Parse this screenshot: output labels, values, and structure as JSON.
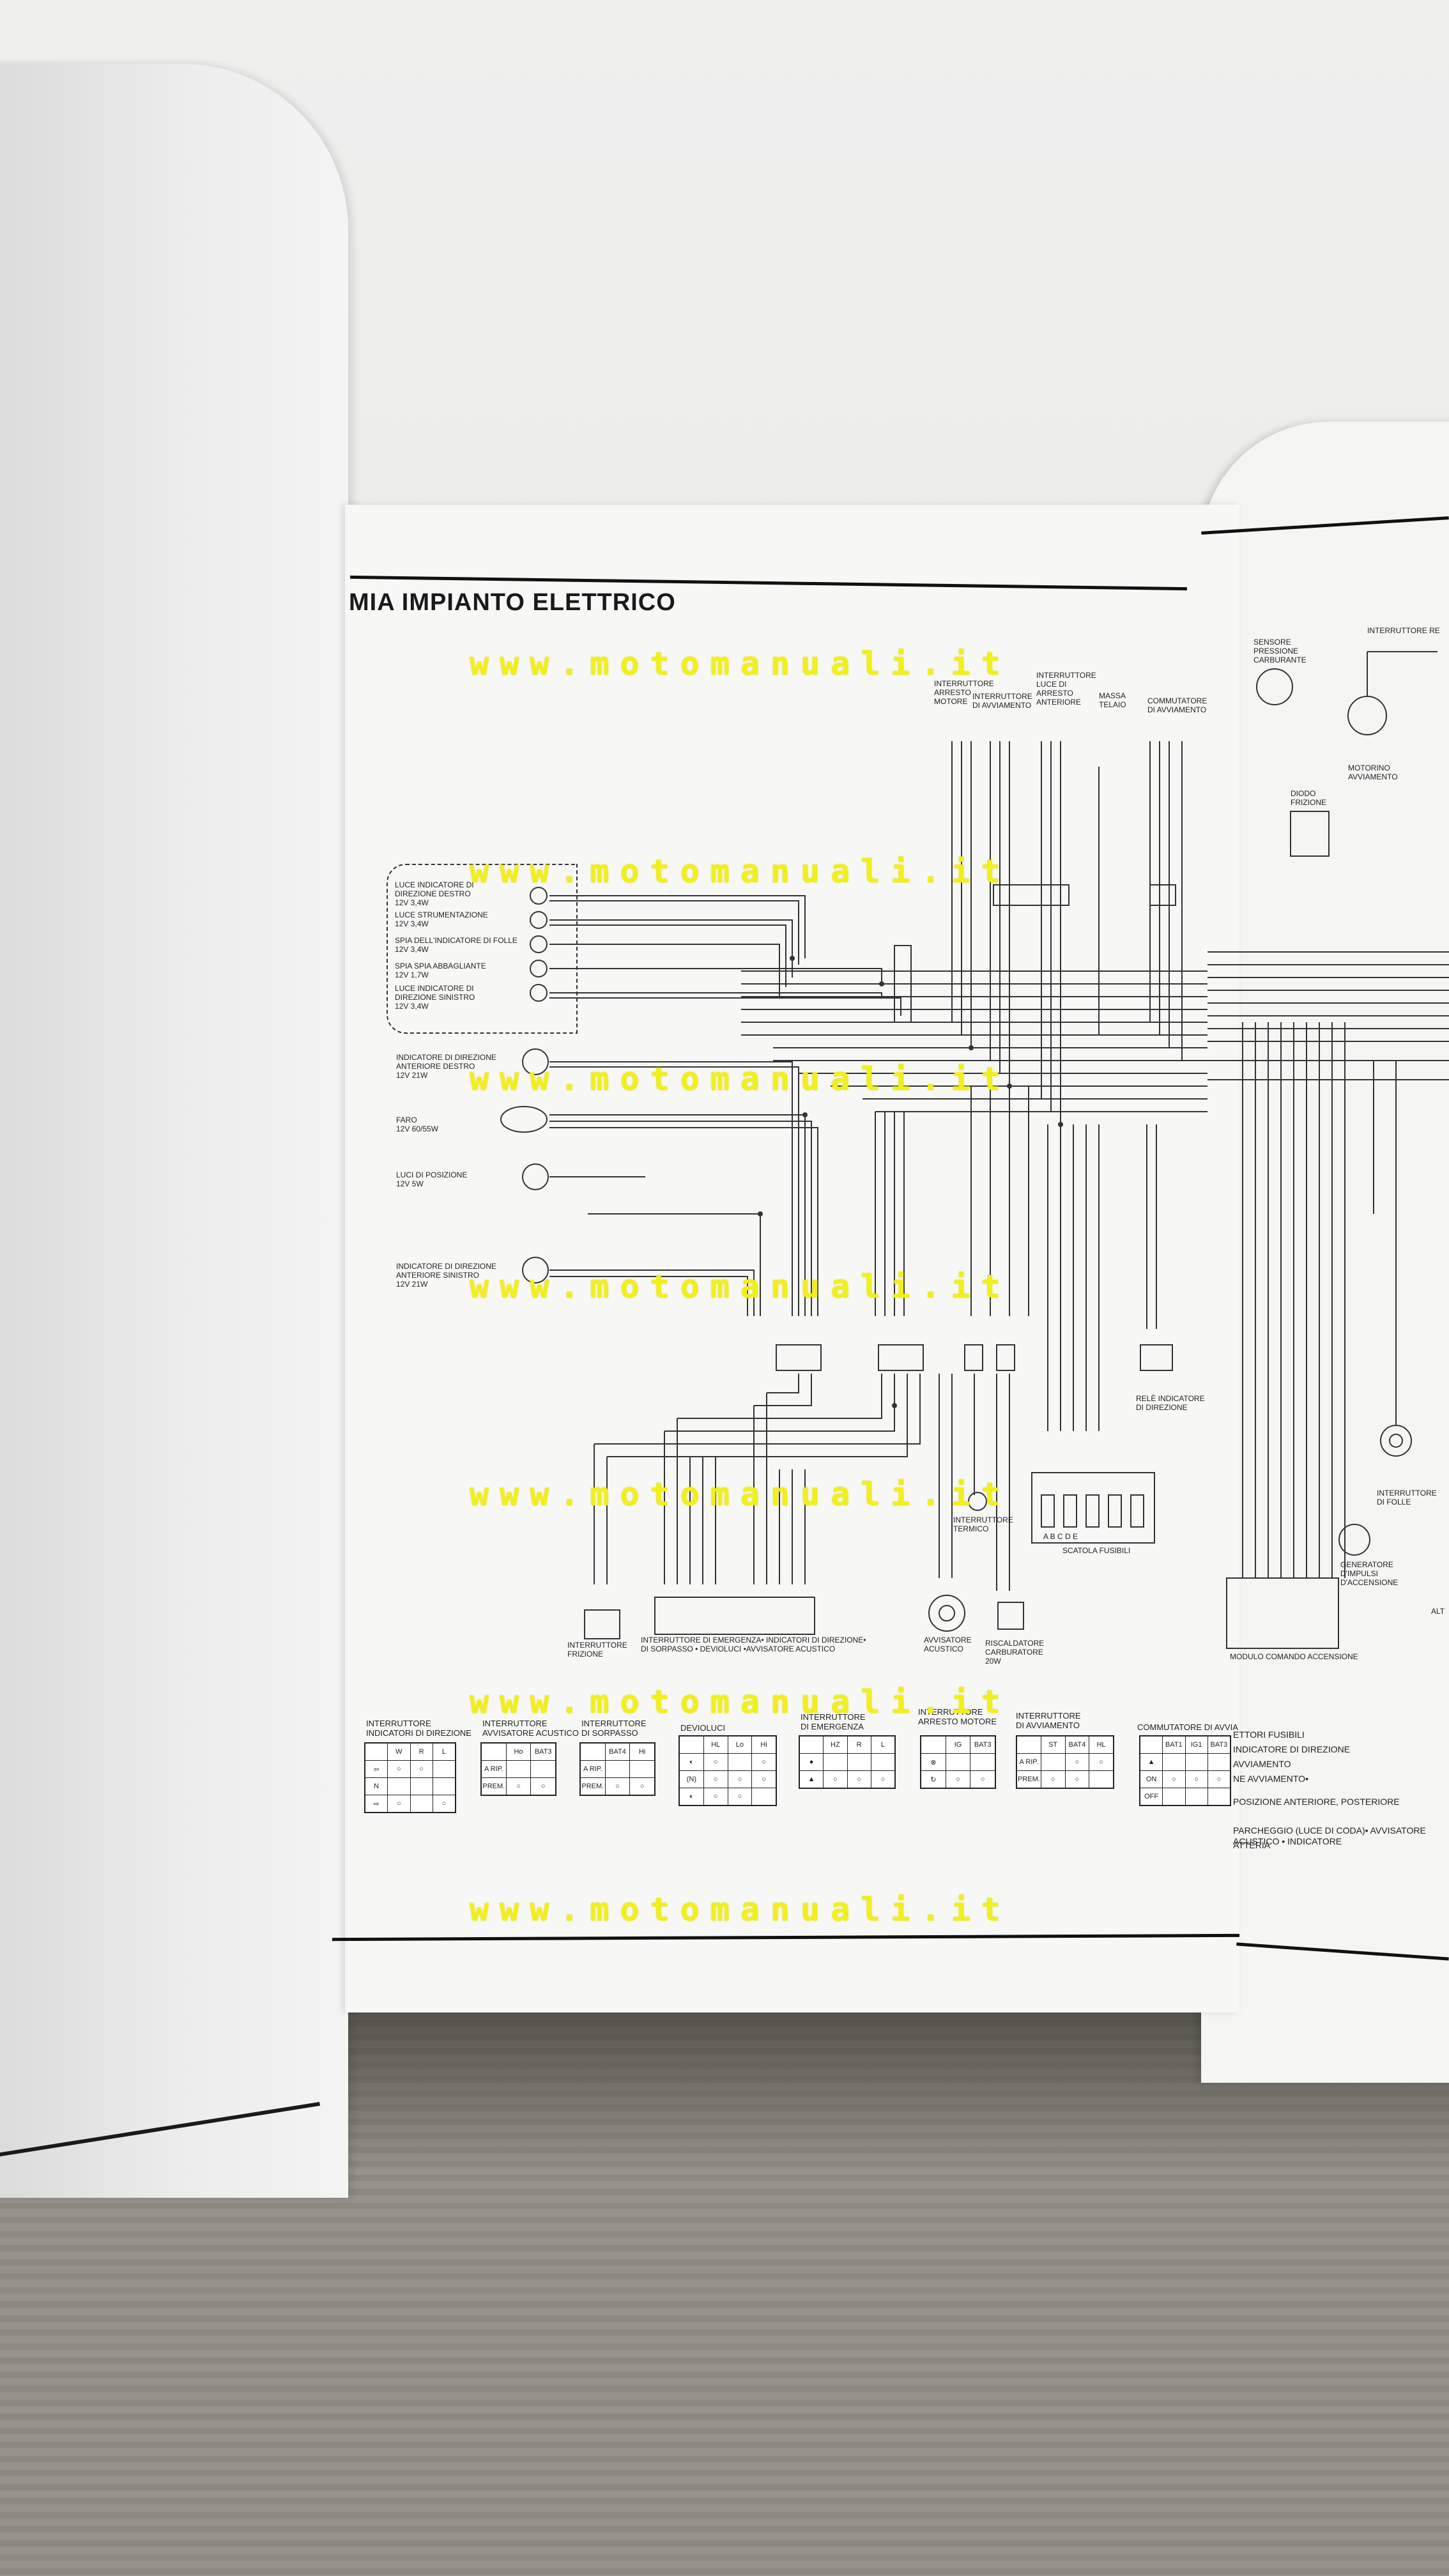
{
  "page": {
    "title": "MIA IMPIANTO ELETTRICO"
  },
  "watermark": "www.motomanuali.it",
  "labels": {
    "luce_ind_dx": "LUCE INDICATORE DI\nDIREZIONE DESTRO\n12V 3,4W",
    "luce_strum": "LUCE STRUMENTAZIONE\n12V 3,4W",
    "spia_folle": "SPIA DELL'INDICATORE DI FOLLE\n12V 3,4W",
    "spia_abbagl": "SPIA SPIA ABBAGLIANTE\n12V 1,7W",
    "luce_ind_sx": "LUCE INDICATORE DI\nDIREZIONE SINISTRO\n12V 3,4W",
    "ind_ant_dx": "INDICATORE DI DIREZIONE\nANTERIORE DESTRO\n12V 21W",
    "faro": "FARO\n12V 60/55W",
    "luci_pos": "LUCI DI POSIZIONE\n12V 5W",
    "ind_ant_sx": "INDICATORE DI DIREZIONE\nANTERIORE SINISTRO\n12V 21W",
    "int_arresto": "INTERRUTTORE\nARRESTO\nMOTORE",
    "int_avv": "INTERRUTTORE\nDI AVVIAMENTO",
    "int_luce_stop": "INTERRUTTORE\nLUCE DI\nARRESTO\nANTERIORE",
    "massa_telaio": "MASSA\nTELAIO",
    "commutatore": "COMMUTATORE\nDI AVVIAMENTO",
    "rele_ind": "RELÈ INDICATORE\nDI DIREZIONE",
    "scatola_fusibili": "SCATOLA FUSIBILI",
    "fuse_letters": "A   B   C   D   E",
    "int_termico": "INTERRUTTORE\nTERMICO",
    "int_frizione": "INTERRUTTORE\nFRIZIONE",
    "int_emergenza_long": "INTERRUTTORE DI EMERGENZA• INDICATORI DI DIREZIONE•\nDI SORPASSO • DEVIOLUCI •AVVISATORE ACUSTICO",
    "avvisatore": "AVVISATORE\nACUSTICO",
    "riscaldatore": "RISCALDATORE\nCARBURATORE\n20W",
    "sensore_pressione": "SENSORE\nPRESSIONE\nCARBURANTE",
    "motorino": "MOTORINO\nAVVIAMENTO",
    "diodo": "DIODO\nFRIZIONE",
    "int_folle": "INTERRUTTORE\nDI FOLLE",
    "generatore": "GENERATORE\nD'IMPULSI\nD'ACCENSIONE",
    "modulo": "MODULO COMANDO ACCENSIONE",
    "interr_top_right": "INTERRUTTORE RE",
    "alt": "ALT"
  },
  "tables": [
    {
      "title": "INTERRUTTORE\nINDICATORI DI DIREZIONE",
      "rows": [
        [
          "",
          "W",
          "R",
          "L"
        ],
        [
          "⇦",
          "",
          "",
          ""
        ],
        [
          "N",
          "",
          "",
          ""
        ],
        [
          "⇨",
          "",
          "",
          ""
        ]
      ]
    },
    {
      "title": "INTERRUTTORE\nAVVISATORE ACUSTICO",
      "rows": [
        [
          "",
          "Ho",
          "BAT3"
        ],
        [
          "A RIP.",
          "",
          ""
        ],
        [
          "PREM.",
          "",
          ""
        ]
      ]
    },
    {
      "title": "INTERRUTTORE\nDI SORPASSO",
      "rows": [
        [
          "",
          "BAT4",
          "Hi"
        ],
        [
          "A RIP.",
          "",
          ""
        ],
        [
          "PREM.",
          "",
          ""
        ]
      ]
    },
    {
      "title": "DEVIOLUCI",
      "rows": [
        [
          "",
          "HL",
          "Lo",
          "Hi"
        ],
        [
          "",
          "",
          "",
          ""
        ],
        [
          "(N)",
          "",
          "",
          ""
        ],
        [
          "",
          "",
          "",
          ""
        ]
      ]
    },
    {
      "title": "INTERRUTTORE\nDI EMERGENZA",
      "rows": [
        [
          "",
          "HZ",
          "R",
          "L"
        ],
        [
          "●",
          "",
          "",
          ""
        ],
        [
          "▲",
          "",
          "",
          ""
        ]
      ]
    },
    {
      "title": "INTERRUTTORE\nARRESTO MOTORE",
      "rows": [
        [
          "",
          "IG",
          "BAT3"
        ],
        [
          "",
          "",
          ""
        ],
        [
          "",
          "",
          ""
        ]
      ]
    },
    {
      "title": "INTERRUTTORE\nDI AVVIAMENTO",
      "rows": [
        [
          "",
          "ST",
          "BAT4",
          "HL"
        ],
        [
          "A RIP.",
          "",
          "",
          ""
        ],
        [
          "PREM.",
          "",
          "",
          ""
        ]
      ]
    },
    {
      "title": "COMMUTATORE DI AVVIA",
      "rows": [
        [
          "",
          "BAT1",
          "IG1",
          "BAT3"
        ],
        [
          "▲",
          "",
          "",
          ""
        ],
        [
          "ON",
          "",
          "",
          ""
        ],
        [
          "OFF",
          "",
          "",
          ""
        ]
      ]
    }
  ],
  "right_legend": [
    "ETTORI FUSIBILI",
    "INDICATORE DI DIREZIONE",
    "AVVIAMENTO",
    "NE AVVIAMENTO•",
    "POSIZIONE ANTERIORE, POSTERIORE",
    "PARCHEGGIO (LUCE DI CODA)• AVVISATORE ACUSTICO • INDICATORE",
    "ATTERIA"
  ]
}
